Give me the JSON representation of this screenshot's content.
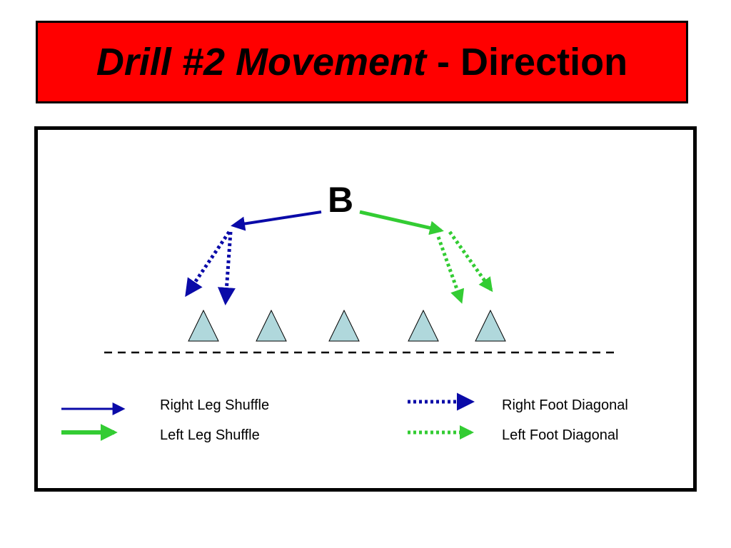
{
  "title": {
    "italic_part": "Drill #2 Movement",
    "rest": " - Direction",
    "background_color": "#ff0000"
  },
  "diagram": {
    "player_label": "B",
    "cone_count": 5,
    "cone_fill": "#b0d8dc",
    "arrows": [
      {
        "kind": "right-leg-shuffle",
        "style": "solid",
        "color": "#0a0aa8"
      },
      {
        "kind": "right-foot-diagonal",
        "style": "dotted",
        "color": "#0a0aa8"
      },
      {
        "kind": "right-foot-diagonal",
        "style": "dotted",
        "color": "#0a0aa8"
      },
      {
        "kind": "left-leg-shuffle",
        "style": "solid",
        "color": "#33cc33"
      },
      {
        "kind": "left-foot-diagonal",
        "style": "dotted",
        "color": "#33cc33"
      },
      {
        "kind": "left-foot-diagonal",
        "style": "dotted",
        "color": "#33cc33"
      }
    ]
  },
  "legend": {
    "items": [
      {
        "label": "Right Leg Shuffle",
        "style": "solid",
        "color": "#0a0aa8"
      },
      {
        "label": "Left Leg Shuffle",
        "style": "solid",
        "color": "#33cc33"
      },
      {
        "label": "Right Foot Diagonal",
        "style": "dotted",
        "color": "#0a0aa8"
      },
      {
        "label": "Left Foot Diagonal",
        "style": "dotted",
        "color": "#33cc33"
      }
    ]
  }
}
